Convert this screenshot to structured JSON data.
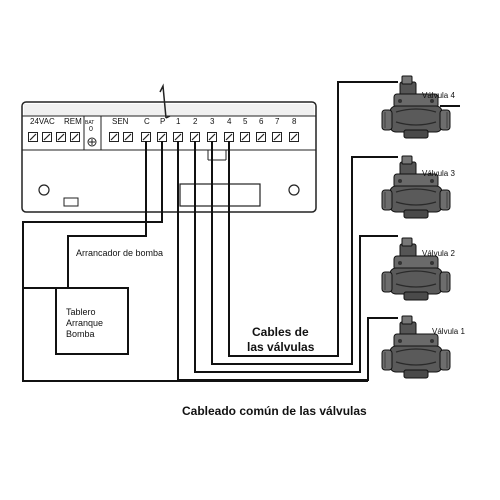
{
  "controller": {
    "terminals": {
      "power": "24VAC",
      "rem": "REM",
      "bat_line1": "BAT",
      "bat_line2": "0",
      "sen": "SEN",
      "common": "C",
      "pump": "P",
      "zones": [
        "1",
        "2",
        "3",
        "4",
        "5",
        "6",
        "7",
        "8"
      ]
    }
  },
  "labels": {
    "pump_starter": "Arrancador de bomba",
    "panel_line1": "Tablero",
    "panel_line2": "Arranque",
    "panel_line3": "Bomba",
    "valve_cables_line1": "Cables de",
    "valve_cables_line2": "las válvulas",
    "common_wiring": "Cableado común de las válvulas"
  },
  "valves": [
    {
      "label": "Válvula 4"
    },
    {
      "label": "Válvula 3"
    },
    {
      "label": "Válvula 2"
    },
    {
      "label": "Válvula 1"
    }
  ]
}
